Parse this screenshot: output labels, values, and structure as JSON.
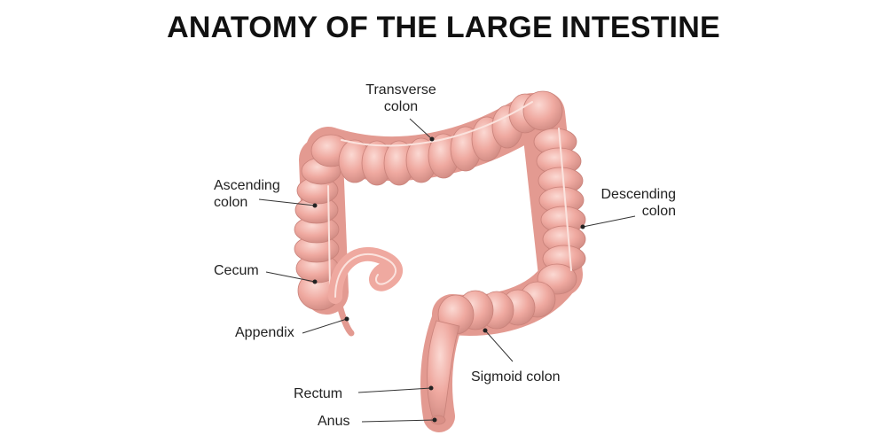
{
  "title": "ANATOMY OF THE LARGE INTESTINE",
  "colors": {
    "tissue": "#efa9a0",
    "tissue_dark": "#c9827a",
    "tissue_light": "#f9d2cc",
    "leader": "#333333"
  },
  "labels": {
    "transverse_colon": {
      "line1": "Transverse",
      "line2": "colon"
    },
    "ascending_colon": {
      "line1": "Ascending",
      "line2": "colon"
    },
    "descending_colon": {
      "line1": "Descending",
      "line2": "colon"
    },
    "cecum": "Cecum",
    "appendix": "Appendix",
    "sigmoid_colon": "Sigmoid colon",
    "rectum": "Rectum",
    "anus": "Anus"
  }
}
